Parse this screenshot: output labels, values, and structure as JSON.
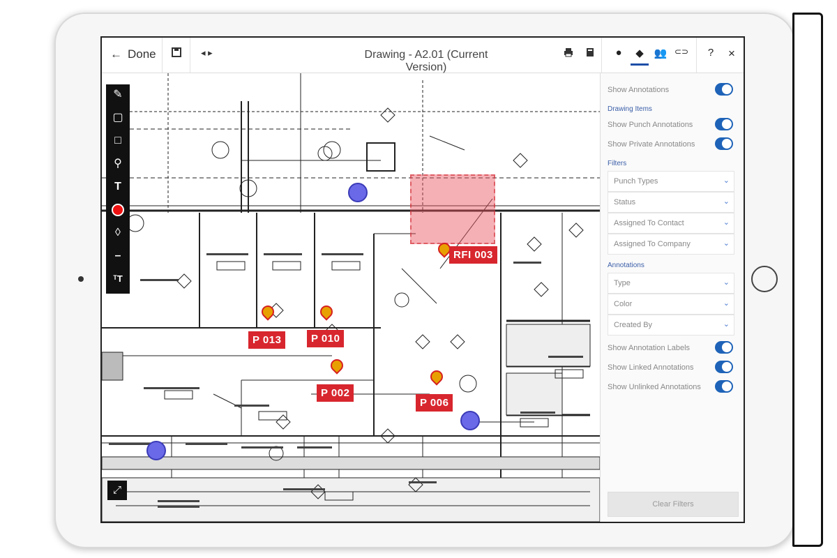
{
  "topbar": {
    "done_label": "Done",
    "back_icon": "arrow-left-icon",
    "title": "Drawing - A2.01 (Current Version)"
  },
  "markers": {
    "rfi": "RFI 003",
    "punch": [
      "P 013",
      "P 010",
      "P 002",
      "P 006"
    ]
  },
  "panel": {
    "show_annotations": "Show Annotations",
    "section_drawing_items": "Drawing Items",
    "show_punch": "Show Punch Annotations",
    "show_private": "Show Private Annotations",
    "section_filters": "Filters",
    "filter_punch_types": "Punch Types",
    "filter_status": "Status",
    "filter_assigned_contact": "Assigned To Contact",
    "filter_assigned_company": "Assigned To Company",
    "section_annotations": "Annotations",
    "filter_type": "Type",
    "filter_color": "Color",
    "filter_created_by": "Created By",
    "show_labels": "Show Annotation Labels",
    "show_linked": "Show Linked Annotations",
    "show_unlinked": "Show Unlinked Annotations",
    "clear_filters": "Clear Filters"
  },
  "colors": {
    "accent": "#1e63b8",
    "marker_red": "#d8262e",
    "rfi_fill": "#e8505a"
  }
}
